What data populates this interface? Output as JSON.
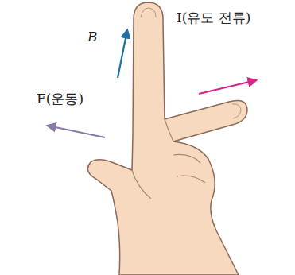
{
  "diagram": {
    "labels": [
      "B",
      "I(유도 전류)",
      "F(운동)"
    ]
  }
}
